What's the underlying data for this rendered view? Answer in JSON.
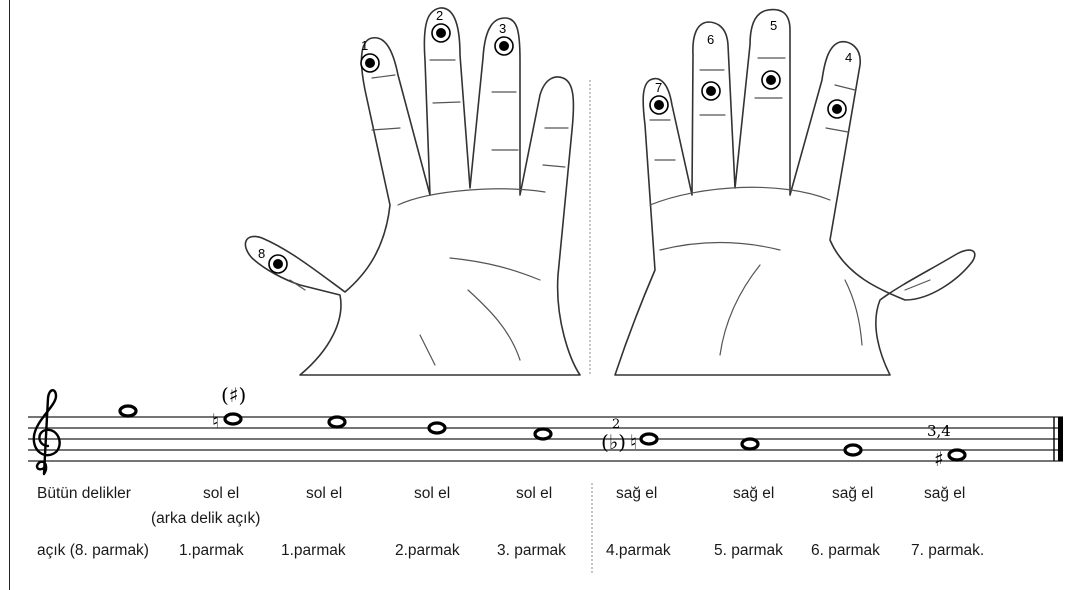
{
  "fingers": [
    {
      "num": "1"
    },
    {
      "num": "2"
    },
    {
      "num": "3"
    },
    {
      "num": "4"
    },
    {
      "num": "5"
    },
    {
      "num": "6"
    },
    {
      "num": "7"
    },
    {
      "num": "8"
    }
  ],
  "accidentals": {
    "sharp_paren": "(♯)",
    "natural": "♮",
    "flat_paren": "(♭)",
    "sharp": "♯",
    "superscript_2": "2",
    "superscript_34": "3,4"
  },
  "columns": [
    {
      "hand": "Bütün delikler",
      "note": "",
      "finger": "açık (8. parmak)"
    },
    {
      "hand": "sol el",
      "note": "(arka delik açık)",
      "finger": "1.parmak"
    },
    {
      "hand": "sol el",
      "note": "",
      "finger": "1.parmak"
    },
    {
      "hand": "sol el",
      "note": "",
      "finger": "2.parmak"
    },
    {
      "hand": "sol el",
      "note": "",
      "finger": "3. parmak"
    },
    {
      "hand": "sağ el",
      "note": "",
      "finger": "4.parmak"
    },
    {
      "hand": "sağ el",
      "note": "",
      "finger": "5. parmak"
    },
    {
      "hand": "sağ el",
      "note": "",
      "finger": "6. parmak"
    },
    {
      "hand": "sağ el",
      "note": "",
      "finger": "7. parmak."
    }
  ]
}
